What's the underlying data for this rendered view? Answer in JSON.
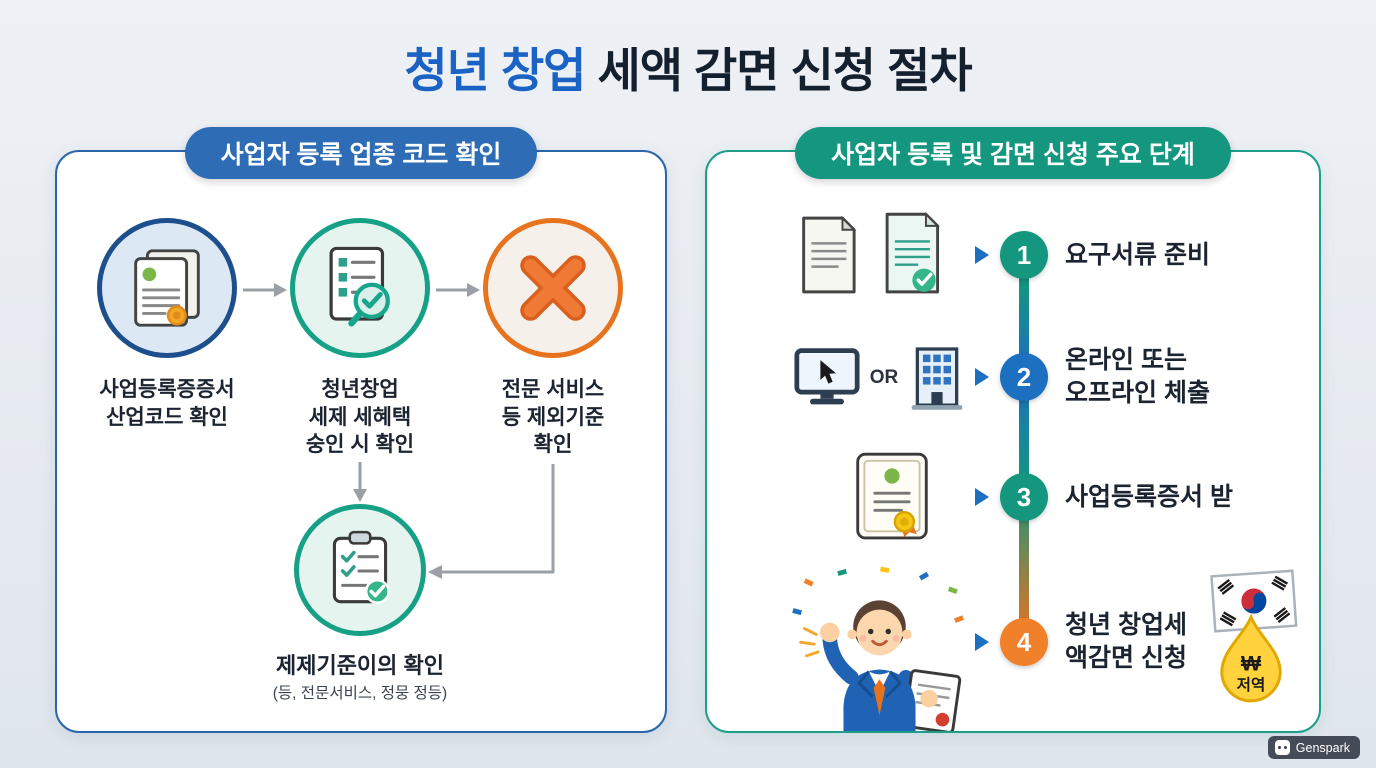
{
  "title": {
    "highlight": "청년 창업",
    "rest": " 세액 감면 신청 절차"
  },
  "left_panel": {
    "header": "사업자 등록 업종 코드 확인",
    "steps": [
      {
        "icon": "certificate-document-icon",
        "label": "사업등록증증서\n산업코드 확인"
      },
      {
        "icon": "checklist-magnifier-icon",
        "label": "청년창업\n세제 세혜택\n숭인 시 확인"
      },
      {
        "icon": "cross-x-icon",
        "label": "전문 서비스\n등 제외기준\n확인"
      }
    ],
    "final_step": {
      "icon": "clipboard-check-icon",
      "label": "제제기준이의 확인",
      "sublabel": "(등, 전문서비스, 정뭉 정등)"
    }
  },
  "right_panel": {
    "header": "사업자 등록 및 감면 신청 주요 단계",
    "steps": [
      {
        "number": "1",
        "color": "#14967f",
        "icon": "documents-icon",
        "label": "요구서류 준비"
      },
      {
        "number": "2",
        "color": "#1d6fc0",
        "icon": "computer-building-icon",
        "or_label": "OR",
        "label": "온라인 또는\n오프라인 체출"
      },
      {
        "number": "3",
        "color": "#14967f",
        "icon": "certificate-ribbon-icon",
        "label": "사업등록증서 받"
      },
      {
        "number": "4",
        "color": "#f0802a",
        "icon": "celebrating-person-icon",
        "label": "청년 창업세\n액감면 신청"
      }
    ],
    "badge": {
      "currency": "₩",
      "label": "저역"
    }
  },
  "watermark": {
    "label": "Genspark"
  },
  "colors": {
    "title_blue": "#1a63c4",
    "left_accent": "#2e6cb5",
    "right_accent": "#14967f",
    "orange": "#f0802a",
    "arrow_gray": "#9aa0a6"
  }
}
